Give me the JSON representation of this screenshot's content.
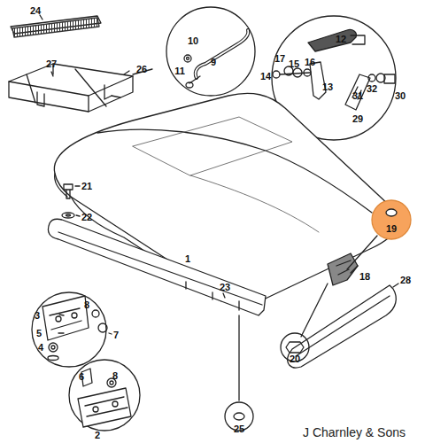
{
  "diagram": {
    "labels": [
      "24",
      "10",
      "9",
      "11",
      "12",
      "17",
      "15",
      "16",
      "14",
      "13",
      "31",
      "32",
      "30",
      "29",
      "27",
      "26",
      "19",
      "21",
      "22",
      "1",
      "18",
      "28",
      "8",
      "3",
      "23",
      "5",
      "4",
      "7",
      "20",
      "6",
      "8",
      "2",
      "25",
      "J Charnley & Sons"
    ]
  }
}
